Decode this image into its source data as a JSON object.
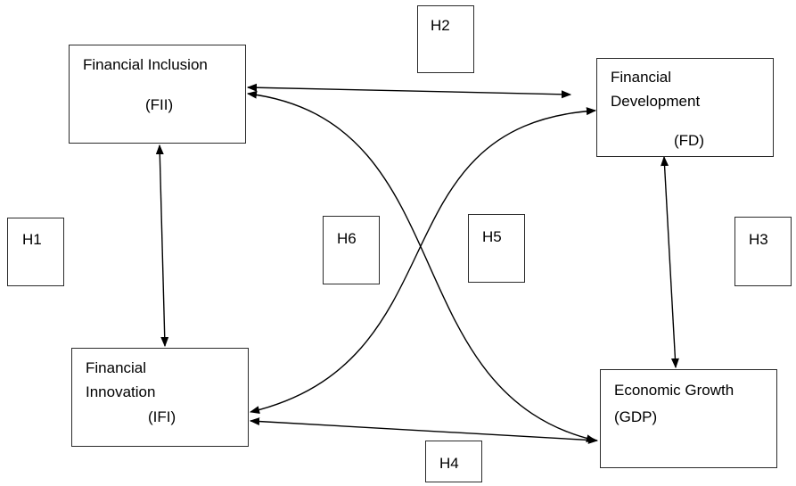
{
  "nodes": {
    "fii": {
      "line1": "Financial Inclusion",
      "line2": "(FII)"
    },
    "fd": {
      "line1": "Financial",
      "line2": "Development",
      "line3": "(FD)"
    },
    "ifi": {
      "line1": "Financial",
      "line2": "Innovation",
      "line3": "(IFI)"
    },
    "gdp": {
      "line1": "Economic Growth",
      "line2": "(GDP)"
    }
  },
  "hypotheses": {
    "h1": "H1",
    "h2": "H2",
    "h3": "H3",
    "h4": "H4",
    "h5": "H5",
    "h6": "H6"
  }
}
